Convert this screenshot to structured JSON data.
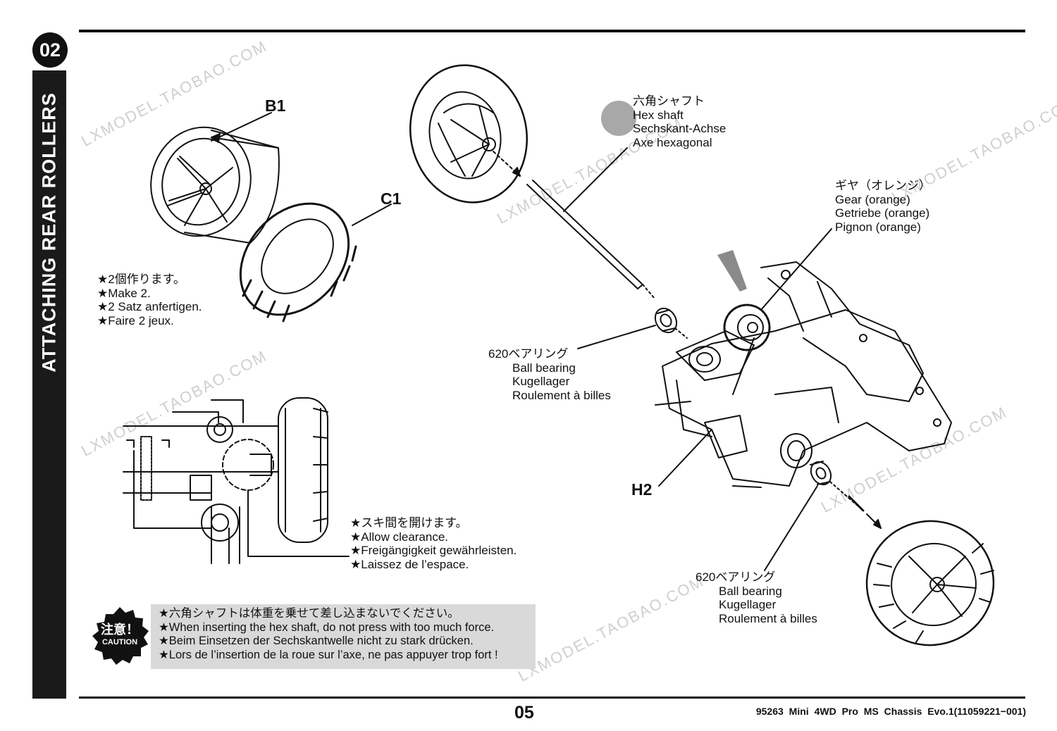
{
  "step": {
    "number": "02",
    "title": "ATTACHING REAR ROLLERS"
  },
  "parts": {
    "b1": "B1",
    "c1": "C1",
    "h2": "H2"
  },
  "make_note": [
    "★2個作ります。",
    "★Make 2.",
    "★2 Satz anfertigen.",
    "★Faire 2 jeux."
  ],
  "hex_shaft": [
    "六角シャフト",
    "Hex shaft",
    "Sechskant-Achse",
    "Axe hexagonal"
  ],
  "gear": [
    "ギヤ（オレンジ）",
    "Gear (orange)",
    "Getriebe (orange)",
    "Pignon (orange)"
  ],
  "bearing_top": [
    "620ベアリング",
    "Ball bearing",
    "Kugellager",
    "Roulement à billes"
  ],
  "bearing_bottom": [
    "620ベアリング",
    "Ball bearing",
    "Kugellager",
    "Roulement à billes"
  ],
  "clearance_note": [
    "★スキ間を開けます。",
    "★Allow clearance.",
    "★Freigängigkeit gewährleisten.",
    "★Laissez de l’espace."
  ],
  "caution": {
    "badge_jp": "注意！",
    "badge_en": "CAUTION",
    "lines": [
      "★六角シャフトは体重を乗せて差し込まないでください。",
      "★When inserting the hex shaft, do not press with too much force.",
      "★Beim Einsetzen der Sechskantwelle nicht zu stark drücken.",
      "★Lors de l’insertion de la roue sur l’axe, ne pas appuyer trop fort !"
    ]
  },
  "footer": {
    "page": "05",
    "model": "95263 Mini 4WD Pro MS Chassis Evo.1(11059221−001)"
  },
  "watermark": "LXMODEL.TAOBAO.COM",
  "colors": {
    "ink": "#111111",
    "caution_bg": "#d9d9d9",
    "grease": "#9a9a9a"
  }
}
